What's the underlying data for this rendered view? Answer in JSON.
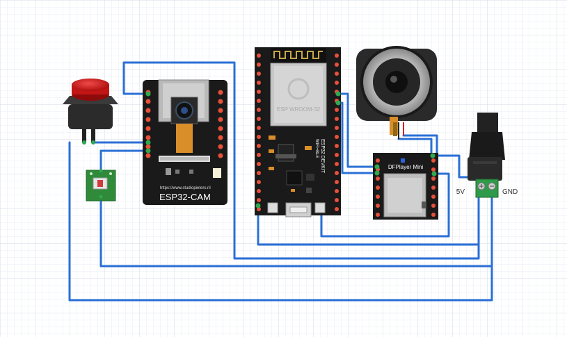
{
  "components": {
    "esp32cam": {
      "url": "https://www.studiopieters.nl",
      "name": "ESP32-CAM"
    },
    "devkit": {
      "shield_text": "ESP WROOM-32",
      "board_name": "ESP32 DEVKIT",
      "board_sub": "WIFI+BLE"
    },
    "dfplayer": {
      "name": "DFPlayer Mini"
    },
    "power_jack": {
      "label_5v": "5V",
      "label_gnd": "GND"
    }
  },
  "colors": {
    "wire": "#2a6fd6",
    "grid_fine": "#e9eef5",
    "grid_major": "#d3dbe6",
    "board": "#1a1a1a",
    "header_pin": "#e8503a"
  }
}
